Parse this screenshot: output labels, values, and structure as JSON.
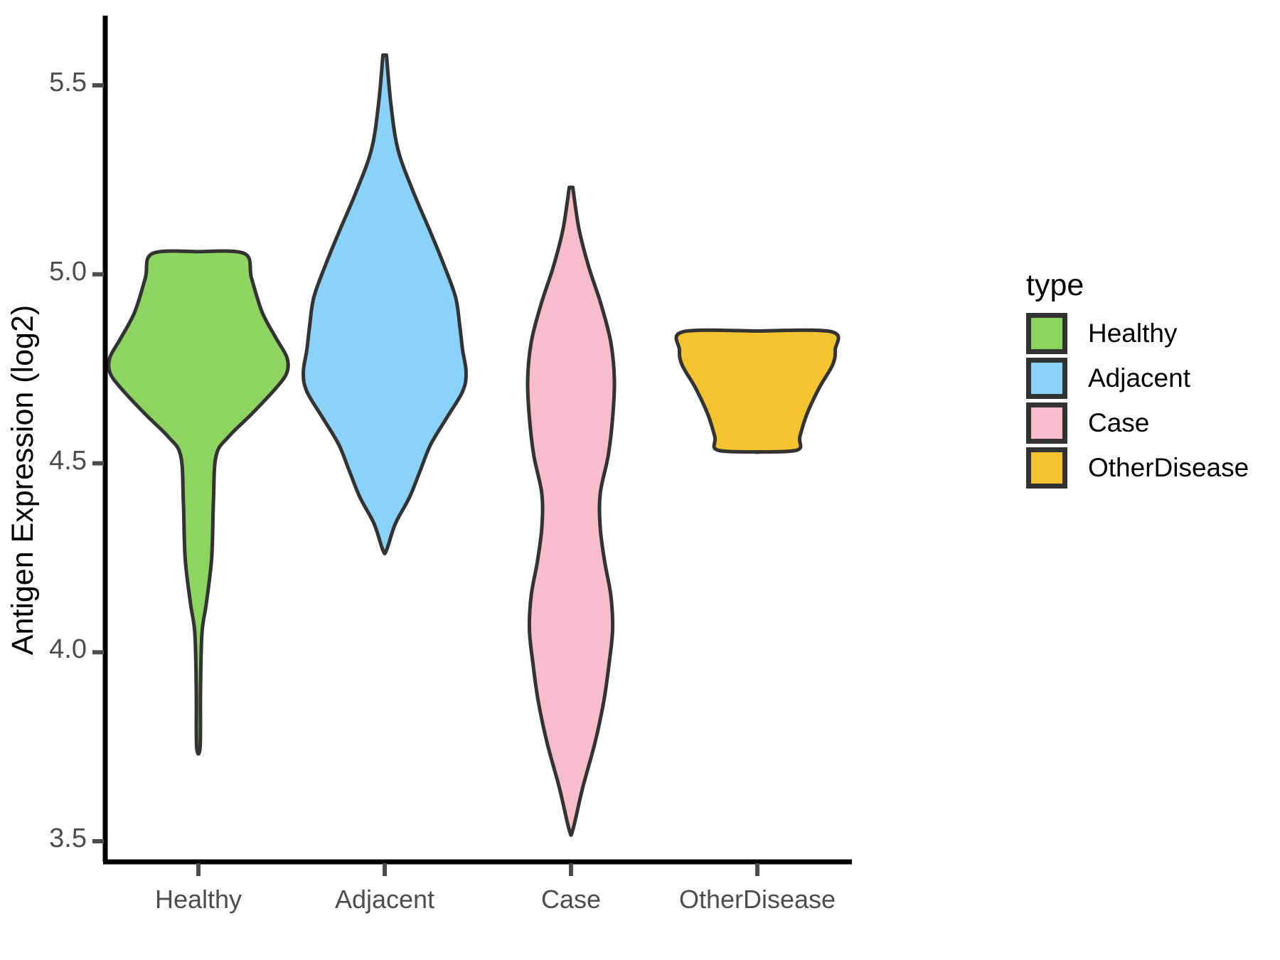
{
  "chart_data": {
    "type": "violin",
    "title": "",
    "xlabel": "",
    "ylabel": "Antigen Expression (log2)",
    "ylim": [
      3.4,
      5.68
    ],
    "yticks": [
      3.5,
      4.0,
      4.5,
      5.0,
      5.5
    ],
    "ytick_labels": [
      "3.5",
      "4.0",
      "4.5",
      "5.0",
      "5.5"
    ],
    "grid": false,
    "legend": {
      "title": "type",
      "position": "right",
      "entries": [
        {
          "label": "Healthy",
          "color": "#8ED461"
        },
        {
          "label": "Adjacent",
          "color": "#8AD2F7"
        },
        {
          "label": "Case",
          "color": "#F7BCCD"
        },
        {
          "label": "OtherDisease",
          "color": "#F4C430"
        }
      ]
    },
    "categories": [
      "Healthy",
      "Adjacent",
      "Case",
      "OtherDisease"
    ],
    "violins": [
      {
        "name": "Healthy",
        "color": "#8ED461",
        "min": 3.75,
        "max": 5.06,
        "mode": 4.78,
        "half_widths": [
          {
            "y": 5.06,
            "w": 0.0
          },
          {
            "y": 5.055,
            "w": 0.26
          },
          {
            "y": 4.99,
            "w": 0.3
          },
          {
            "y": 4.9,
            "w": 0.36
          },
          {
            "y": 4.83,
            "w": 0.44
          },
          {
            "y": 4.78,
            "w": 0.5
          },
          {
            "y": 4.74,
            "w": 0.5
          },
          {
            "y": 4.7,
            "w": 0.44
          },
          {
            "y": 4.63,
            "w": 0.3
          },
          {
            "y": 4.57,
            "w": 0.17
          },
          {
            "y": 4.52,
            "w": 0.1
          },
          {
            "y": 4.4,
            "w": 0.085
          },
          {
            "y": 4.25,
            "w": 0.075
          },
          {
            "y": 4.13,
            "w": 0.045
          },
          {
            "y": 4.05,
            "w": 0.02
          },
          {
            "y": 3.9,
            "w": 0.012
          },
          {
            "y": 3.75,
            "w": 0.01
          }
        ]
      },
      {
        "name": "Adjacent",
        "color": "#8AD2F7",
        "min": 4.27,
        "max": 5.58,
        "mode": 4.74,
        "half_widths": [
          {
            "y": 5.58,
            "w": 0.01
          },
          {
            "y": 5.45,
            "w": 0.035
          },
          {
            "y": 5.33,
            "w": 0.075
          },
          {
            "y": 5.22,
            "w": 0.16
          },
          {
            "y": 5.11,
            "w": 0.26
          },
          {
            "y": 5.03,
            "w": 0.33
          },
          {
            "y": 4.94,
            "w": 0.4
          },
          {
            "y": 4.86,
            "w": 0.425
          },
          {
            "y": 4.8,
            "w": 0.44
          },
          {
            "y": 4.74,
            "w": 0.46
          },
          {
            "y": 4.69,
            "w": 0.44
          },
          {
            "y": 4.62,
            "w": 0.35
          },
          {
            "y": 4.55,
            "w": 0.26
          },
          {
            "y": 4.48,
            "w": 0.2
          },
          {
            "y": 4.41,
            "w": 0.14
          },
          {
            "y": 4.34,
            "w": 0.06
          },
          {
            "y": 4.27,
            "w": 0.01
          }
        ]
      },
      {
        "name": "Case",
        "color": "#F7BCCD",
        "min": 3.53,
        "max": 5.23,
        "mode": 4.72,
        "half_widths": [
          {
            "y": 5.23,
            "w": 0.01
          },
          {
            "y": 5.12,
            "w": 0.045
          },
          {
            "y": 5.02,
            "w": 0.1
          },
          {
            "y": 4.92,
            "w": 0.17
          },
          {
            "y": 4.82,
            "w": 0.225
          },
          {
            "y": 4.72,
            "w": 0.245
          },
          {
            "y": 4.62,
            "w": 0.235
          },
          {
            "y": 4.52,
            "w": 0.21
          },
          {
            "y": 4.42,
            "w": 0.165
          },
          {
            "y": 4.33,
            "w": 0.165
          },
          {
            "y": 4.24,
            "w": 0.19
          },
          {
            "y": 4.15,
            "w": 0.225
          },
          {
            "y": 4.06,
            "w": 0.235
          },
          {
            "y": 3.97,
            "w": 0.215
          },
          {
            "y": 3.87,
            "w": 0.185
          },
          {
            "y": 3.76,
            "w": 0.135
          },
          {
            "y": 3.64,
            "w": 0.065
          },
          {
            "y": 3.53,
            "w": 0.01
          }
        ]
      },
      {
        "name": "OtherDisease",
        "color": "#F4C430",
        "min": 4.53,
        "max": 4.85,
        "mode": 4.78,
        "half_widths": [
          {
            "y": 4.85,
            "w": 0.0
          },
          {
            "y": 4.848,
            "w": 0.42
          },
          {
            "y": 4.8,
            "w": 0.44
          },
          {
            "y": 4.76,
            "w": 0.425
          },
          {
            "y": 4.7,
            "w": 0.35
          },
          {
            "y": 4.63,
            "w": 0.28
          },
          {
            "y": 4.57,
            "w": 0.24
          },
          {
            "y": 4.535,
            "w": 0.225
          },
          {
            "y": 4.53,
            "w": 0.0
          }
        ]
      }
    ],
    "style": {
      "outline_color": "#333333",
      "outline_width": 5,
      "axis_color": "#000000",
      "tick_text_color": "#4d4d4d",
      "background": "#ffffff"
    }
  },
  "axes": {
    "y_axis_title": "Antigen Expression (log2)",
    "y_tick_labels": [
      "5.5",
      "5.0",
      "4.5",
      "4.0",
      "3.5"
    ],
    "x_tick_labels": [
      "Healthy",
      "Adjacent",
      "Case",
      "OtherDisease"
    ]
  },
  "legend": {
    "title": "type",
    "items": [
      {
        "label": "Healthy",
        "color": "#8ED461"
      },
      {
        "label": "Adjacent",
        "color": "#8AD2F7"
      },
      {
        "label": "Case",
        "color": "#F7BCCD"
      },
      {
        "label": "OtherDisease",
        "color": "#F4C430"
      }
    ]
  }
}
